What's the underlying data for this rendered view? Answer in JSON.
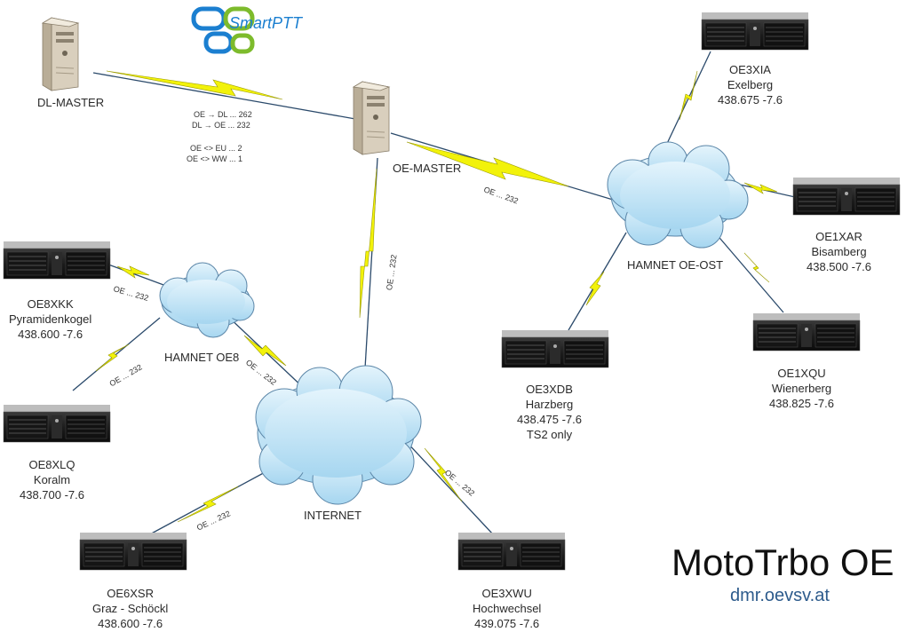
{
  "logo": {
    "text": "SmartPTT",
    "colors": {
      "blue": "#1b7fd0",
      "green": "#7dbb2c",
      "text": "#1b7fd0"
    }
  },
  "masters": {
    "dl": {
      "name": "DL-MASTER"
    },
    "oe": {
      "name": "OE-MASTER"
    }
  },
  "master_stats": [
    "OE → DL ... 262",
    "DL → OE ... 232",
    "OE <> EU ... 2",
    "OE <> WW ... 1"
  ],
  "clouds": {
    "ost": "HAMNET OE-OST",
    "oe8": "HAMNET OE8",
    "internet": "INTERNET"
  },
  "link_label": "OE ... 232",
  "repeaters": {
    "oe3xia": {
      "call": "OE3XIA",
      "site": "Exelberg",
      "freq": "438.675 -7.6"
    },
    "oe1xar": {
      "call": "OE1XAR",
      "site": "Bisamberg",
      "freq": "438.500 -7.6"
    },
    "oe1xqu": {
      "call": "OE1XQU",
      "site": "Wienerberg",
      "freq": "438.825 -7.6"
    },
    "oe3xdb": {
      "call": "OE3XDB",
      "site": "Harzberg",
      "freq": "438.475 -7.6",
      "note": "TS2 only"
    },
    "oe8xkk": {
      "call": "OE8XKK",
      "site": "Pyramidenkogel",
      "freq": "438.600 -7.6"
    },
    "oe8xlq": {
      "call": "OE8XLQ",
      "site": "Koralm",
      "freq": "438.700 -7.6"
    },
    "oe6xsr": {
      "call": "OE6XSR",
      "site": "Graz - Schöckl",
      "freq": "438.600 -7.6"
    },
    "oe3xwu": {
      "call": "OE3XWU",
      "site": "Hochwechsel",
      "freq": "439.075 -7.6"
    }
  },
  "footer": {
    "title": "MotoTrbo OE",
    "url": "dmr.oevsv.at"
  },
  "colors": {
    "bolt": "#f2f20a",
    "cloud": "#bfe3f6",
    "cloud_stroke": "#5b86a8",
    "line": "#2b4a6b"
  }
}
